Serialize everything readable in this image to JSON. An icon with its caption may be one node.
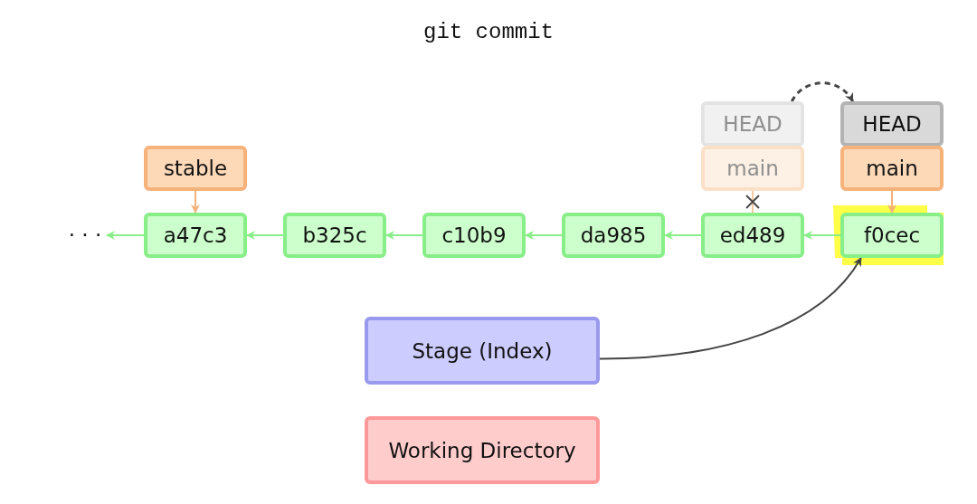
{
  "diagram": {
    "title": "git commit",
    "nodes": [
      {
        "text": [
          "HEAD"
        ]
      },
      {
        "text": [
          "HEAD"
        ]
      },
      {
        "text": [
          "stable"
        ]
      },
      {
        "text": [
          "main"
        ]
      },
      {
        "text": [
          "main"
        ]
      },
      {
        "text": [
          "· · ·"
        ]
      },
      {
        "text": [
          "a47c3"
        ]
      },
      {
        "text": [
          "b325c"
        ]
      },
      {
        "text": [
          "c10b9"
        ]
      },
      {
        "text": [
          "da985"
        ]
      },
      {
        "text": [
          "ed489"
        ]
      },
      {
        "text": [
          "f0cec"
        ]
      },
      {
        "text": [
          "Stage (Index)"
        ]
      },
      {
        "text": [
          "Working Directory"
        ]
      }
    ],
    "edges": [
      {
        "from": 0,
        "to": 1,
        "arrow": "to",
        "style": "dashed",
        "color": "#444444"
      },
      {
        "from": 2,
        "to": 6,
        "arrow": "to",
        "color": "#f5b27a"
      },
      {
        "from": 3,
        "to": 10,
        "arrow": "none",
        "color": "#f5c9a0"
      },
      {
        "from": 4,
        "to": 11,
        "arrow": "to",
        "color": "#f5b27a"
      },
      {
        "from": 6,
        "to": 5,
        "arrow": "to"
      },
      {
        "from": 7,
        "to": 6,
        "arrow": "to"
      },
      {
        "from": 8,
        "to": 7,
        "arrow": "to"
      },
      {
        "from": 9,
        "to": 8,
        "arrow": "to"
      },
      {
        "from": 10,
        "to": 9,
        "arrow": "to"
      },
      {
        "from": 11,
        "to": 10,
        "arrow": "to"
      },
      {
        "from": 12,
        "to": 11,
        "arrow": "to",
        "color": "#444444"
      }
    ]
  }
}
